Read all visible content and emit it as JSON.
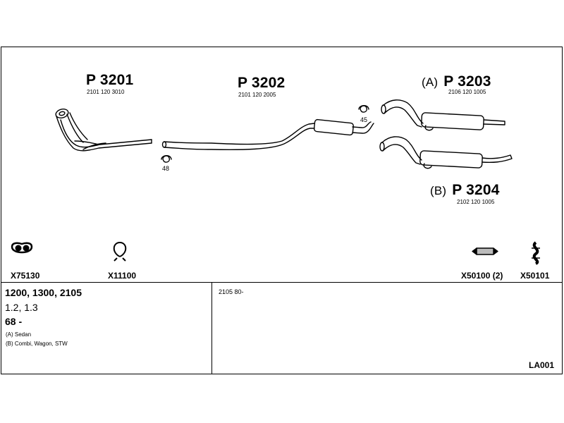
{
  "parts": [
    {
      "title": "P 3201",
      "variant": "",
      "oe": "2101 120 3010"
    },
    {
      "title": "P 3202",
      "variant": "",
      "oe": "2101 120 2005"
    },
    {
      "title": "P 3203",
      "variant": "(A)",
      "oe": "2106 120 1005"
    },
    {
      "title": "P 3204",
      "variant": "(B)",
      "oe": "2102 120 1005"
    }
  ],
  "clamp_refs": [
    "48",
    "45"
  ],
  "accessories": [
    "X75130",
    "X11100",
    "X50100 (2)",
    "X50101"
  ],
  "vehicle": {
    "engines": "1200, 1300, 2105",
    "capacity": "1.2, 1.3",
    "year": "68 -",
    "notes": [
      "(A) Sedan",
      "(B) Combi, Wagon, STW"
    ]
  },
  "model_note": "2105 80-",
  "catalog_code": "LA001"
}
